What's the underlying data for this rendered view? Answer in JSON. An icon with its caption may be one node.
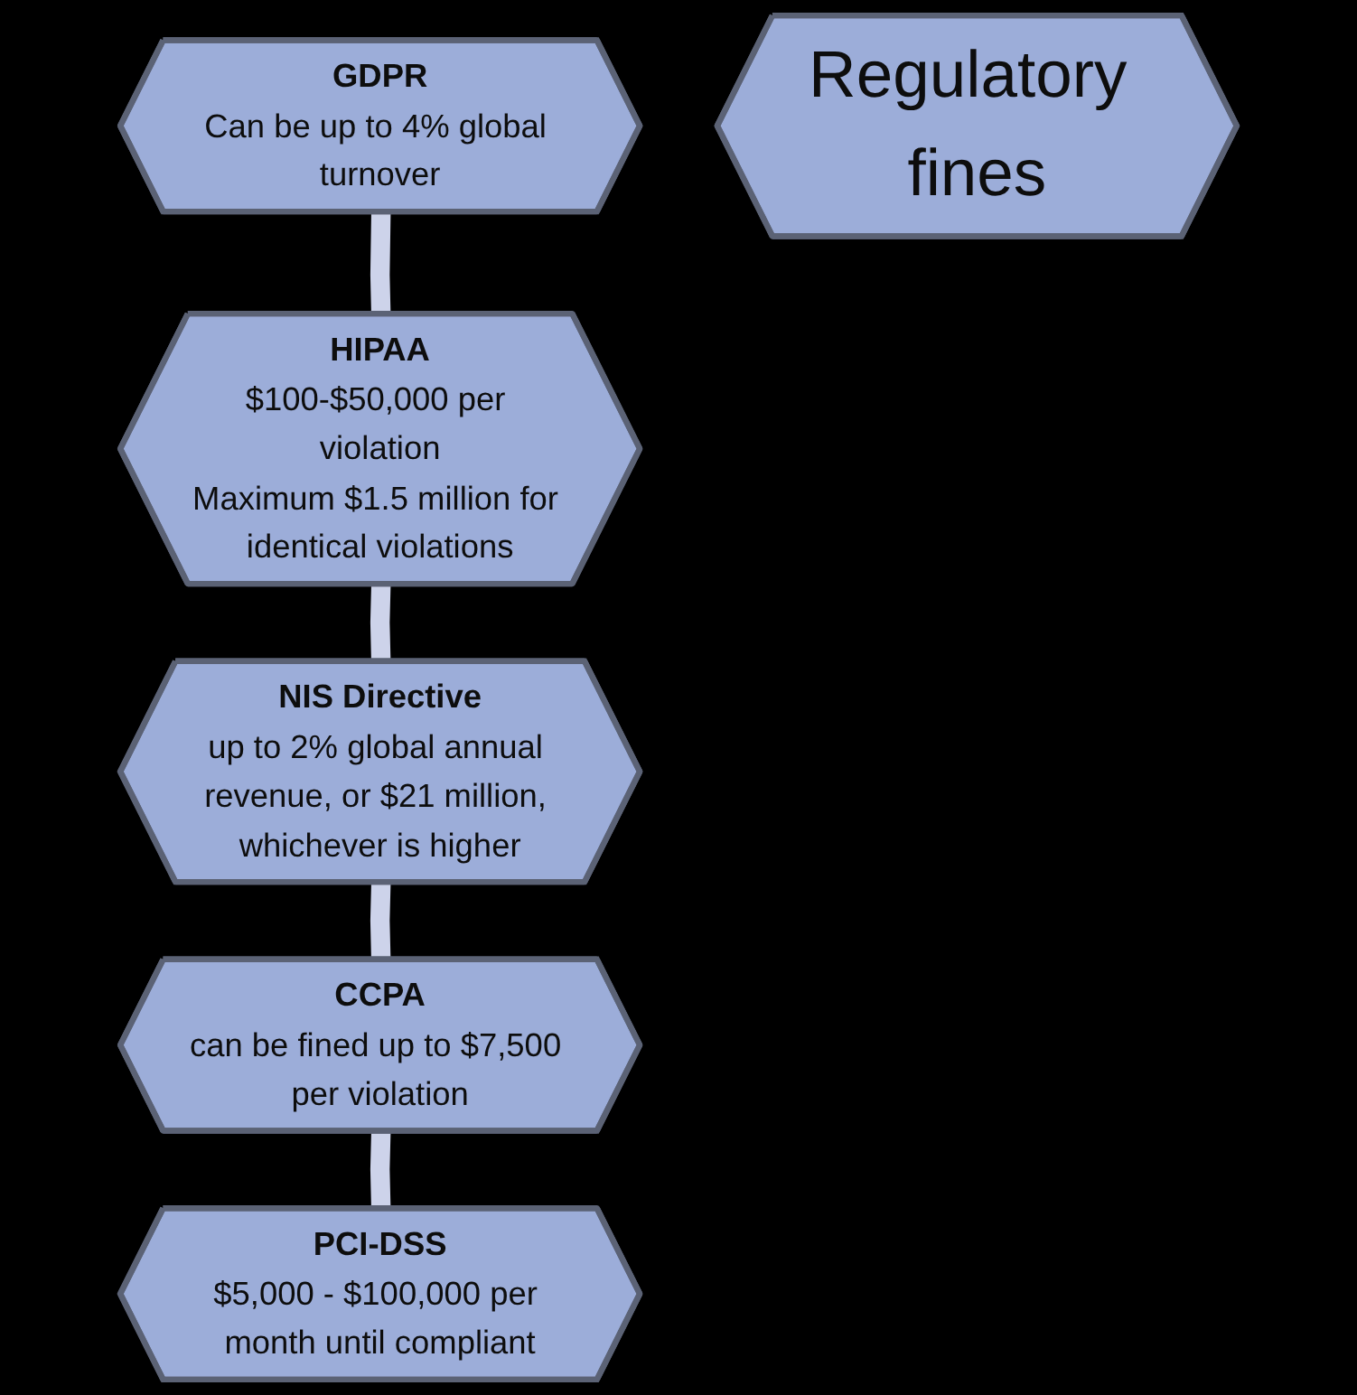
{
  "diagram": {
    "nodes": [
      {
        "text": [
          "GDPR",
          "Can be up to 4% global turnover"
        ]
      },
      {
        "text": [
          "HIPAA",
          "$100-$50,000 per violation",
          "Maximum $1.5 million for identical violations"
        ]
      },
      {
        "text": [
          "Regulatory fines"
        ]
      },
      {
        "text": [
          "PCI-DSS",
          "$5,000 - $100,000 per month until compliant"
        ]
      },
      {
        "text": [
          "NIS Directive",
          "up to 2% global annual revenue, or $21 million, whichever is higher"
        ]
      },
      {
        "text": [
          "CCPA",
          "can be fined up to $7,500 per violation"
        ]
      }
    ],
    "edges": [
      {
        "from": 0,
        "to": 1,
        "arrow": "none"
      },
      {
        "from": 1,
        "to": 4,
        "arrow": "none"
      },
      {
        "from": 4,
        "to": 5,
        "arrow": "none"
      },
      {
        "from": 5,
        "to": 3,
        "arrow": "none"
      }
    ]
  }
}
